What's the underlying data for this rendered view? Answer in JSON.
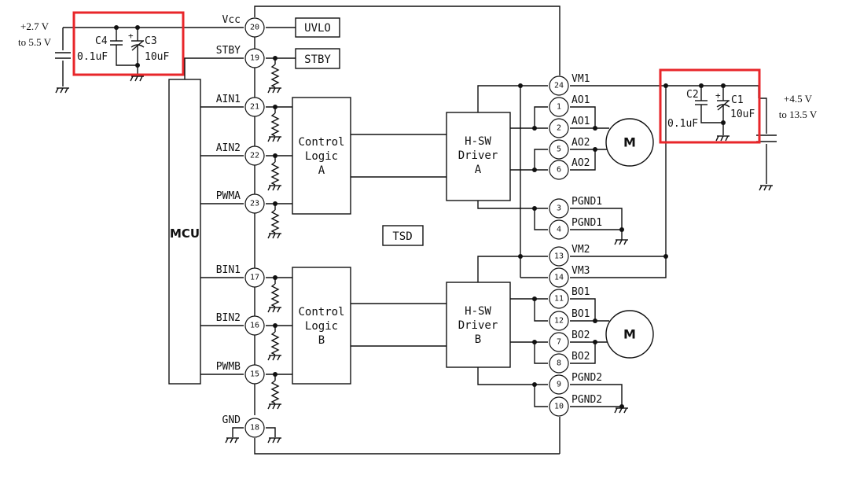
{
  "supply_low": {
    "line1": "+2.7 V",
    "line2": "to 5.5 V"
  },
  "supply_high": {
    "line1": "+4.5 V",
    "line2": "to 13.5 V"
  },
  "caps": {
    "c4": {
      "name": "C4",
      "value": "0.1uF"
    },
    "c3": {
      "name": "C3",
      "value": "10uF"
    },
    "c2": {
      "name": "C2",
      "value": "0.1uF"
    },
    "c1": {
      "name": "C1",
      "value": "10uF"
    },
    "polarity": "+"
  },
  "blocks": {
    "mcu": "MCU",
    "uvlo": "UVLO",
    "stby": "STBY",
    "tsd": "TSD",
    "control_a": [
      "Control",
      "Logic",
      "A"
    ],
    "control_b": [
      "Control",
      "Logic",
      "B"
    ],
    "hsw_a": [
      "H-SW",
      "Driver",
      "A"
    ],
    "hsw_b": [
      "H-SW",
      "Driver",
      "B"
    ],
    "motor": "M"
  },
  "left_pins": [
    {
      "name": "Vcc",
      "num": "20"
    },
    {
      "name": "STBY",
      "num": "19"
    },
    {
      "name": "AIN1",
      "num": "21"
    },
    {
      "name": "AIN2",
      "num": "22"
    },
    {
      "name": "PWMA",
      "num": "23"
    },
    {
      "name": "BIN1",
      "num": "17"
    },
    {
      "name": "BIN2",
      "num": "16"
    },
    {
      "name": "PWMB",
      "num": "15"
    },
    {
      "name": "GND",
      "num": "18"
    }
  ],
  "right_pins": [
    {
      "name": "VM1",
      "num": "24"
    },
    {
      "name": "AO1",
      "num": "1"
    },
    {
      "name": "AO1",
      "num": "2"
    },
    {
      "name": "AO2",
      "num": "5"
    },
    {
      "name": "AO2",
      "num": "6"
    },
    {
      "name": "PGND1",
      "num": "3"
    },
    {
      "name": "PGND1",
      "num": "4"
    },
    {
      "name": "VM2",
      "num": "13"
    },
    {
      "name": "VM3",
      "num": "14"
    },
    {
      "name": "BO1",
      "num": "11"
    },
    {
      "name": "BO1",
      "num": "12"
    },
    {
      "name": "BO2",
      "num": "7"
    },
    {
      "name": "BO2",
      "num": "8"
    },
    {
      "name": "PGND2",
      "num": "9"
    },
    {
      "name": "PGND2",
      "num": "10"
    }
  ],
  "highlight_color": "#e8262a"
}
